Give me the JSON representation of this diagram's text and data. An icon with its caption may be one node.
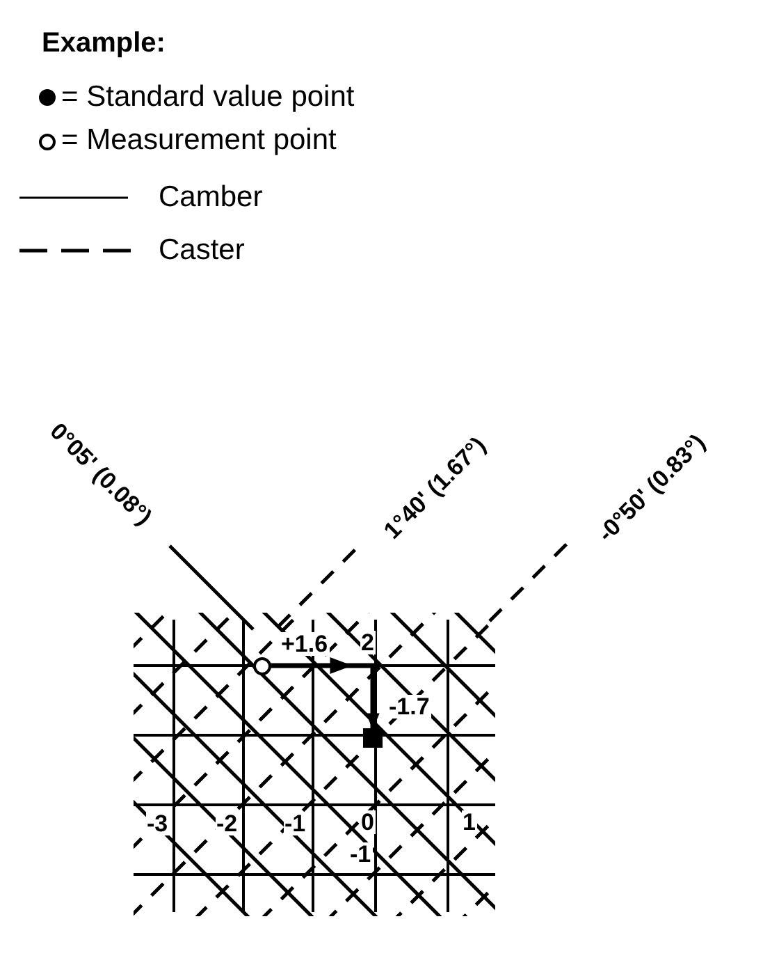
{
  "diagram": {
    "title": "Example:",
    "nodes": [
      {
        "text": [],
        "shape": "circle"
      },
      {
        "text": [],
        "shape": "box"
      }
    ],
    "edges": [
      {
        "from": 0,
        "to": 1,
        "arrow": "to"
      }
    ],
    "labels": [
      "0°05' (0.08°)",
      "1°40' (1.67°)",
      "-0°50' (0.83°)",
      "+1.6",
      "2",
      "-1.7",
      "-3",
      "-2",
      "-1",
      "0",
      "1",
      "-1"
    ],
    "legend": [
      {
        "text": "= Standard value point"
      },
      {
        "text": "= Measurement point"
      },
      {
        "text": "Camber"
      },
      {
        "text": "Caster"
      }
    ]
  }
}
